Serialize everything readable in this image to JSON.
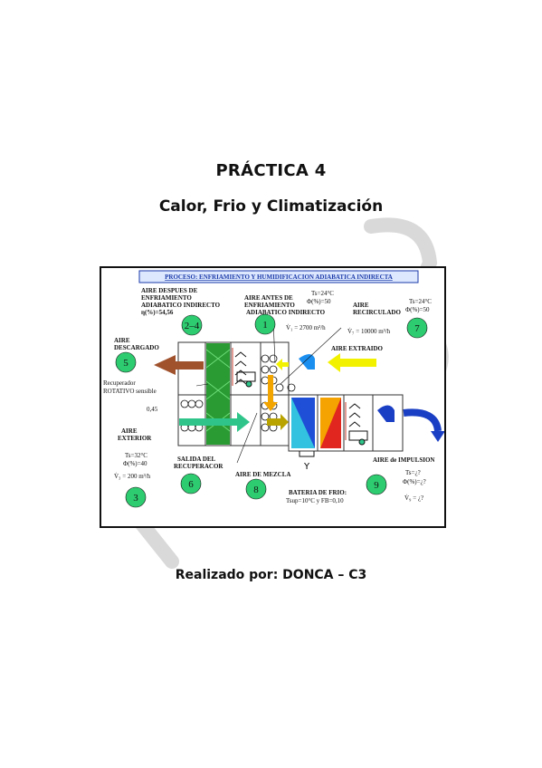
{
  "header": {
    "title": "PRÁCTICA 4",
    "subtitle": "Calor, Frio y Climatización",
    "footer": "Realizado por: DONCA – C3"
  },
  "figure": {
    "banner": "PROCESO: ENFRIAMIENTO Y HUMIDIFICACION ADIABATICA INDIRECTA",
    "labels": {
      "aire_despues_1": "AIRE DESPUES DE",
      "aire_despues_2": "ENFRIAMIENTO",
      "aire_despues_3": "ADIABATICO INDIRECTO",
      "aire_despues_4": "η(%)=54,56",
      "aire_antes_1": "AIRE ANTES DE",
      "aire_antes_2": "ENFRIAMIENTO",
      "aire_antes_3": "ADIABATICO INDIRECTO",
      "aire_antes_ts": "Ts=24°C",
      "aire_antes_phi": "Φ(%)=50",
      "aire_antes_v": "V̇₁ = 2700 m³/h",
      "aire_recirc_1": "AIRE",
      "aire_recirc_2": "RECIRCULADO",
      "aire_recirc_v": "V̇₇ = 10000 m³/h",
      "recirc_ts": "Ts=24°C",
      "recirc_phi": "Φ(%)=50",
      "aire_desc_1": "AIRE",
      "aire_desc_2": "DESCARGADO",
      "aire_extraido": "AIRE EXTRAIDO",
      "recuperador_1": "Recuperador",
      "recuperador_2": "ROTATIVO sensible",
      "recuperador_3": "0,45",
      "aire_ext_1": "AIRE",
      "aire_ext_2": "EXTERIOR",
      "ext_ts": "Ts=32°C",
      "ext_phi": "Φ(%)=40",
      "ext_v": "V̇₃ = 200 m³/h",
      "salida_1": "SALIDA DEL",
      "salida_2": "RECUPERACOR",
      "mezcla": "AIRE DE MEZCLA",
      "bateria_1": "BATERIA DE FRIO:",
      "bateria_2": "Tsup=10°C y FB=0,10",
      "impulsion": "AIRE de IMPULSION",
      "imp_ts": "Ts=¿?",
      "imp_phi": "Φ(%)=¿?",
      "imp_v": "V̇₉ = ¿?"
    },
    "points": {
      "p24": "2–4",
      "p1": "1",
      "p7": "7",
      "p5": "5",
      "p3": "3",
      "p6": "6",
      "p8": "8",
      "p9": "9"
    },
    "colors": {
      "circle": "#2ecc71",
      "brown_arrow": "#a0522d",
      "yellow_arrow": "#f2f200",
      "green_arrow": "#2fc58a",
      "blue_arrow": "#1a3fc4",
      "banner_bg": "#dde8ff",
      "banner_text": "#1b3aa8"
    }
  }
}
